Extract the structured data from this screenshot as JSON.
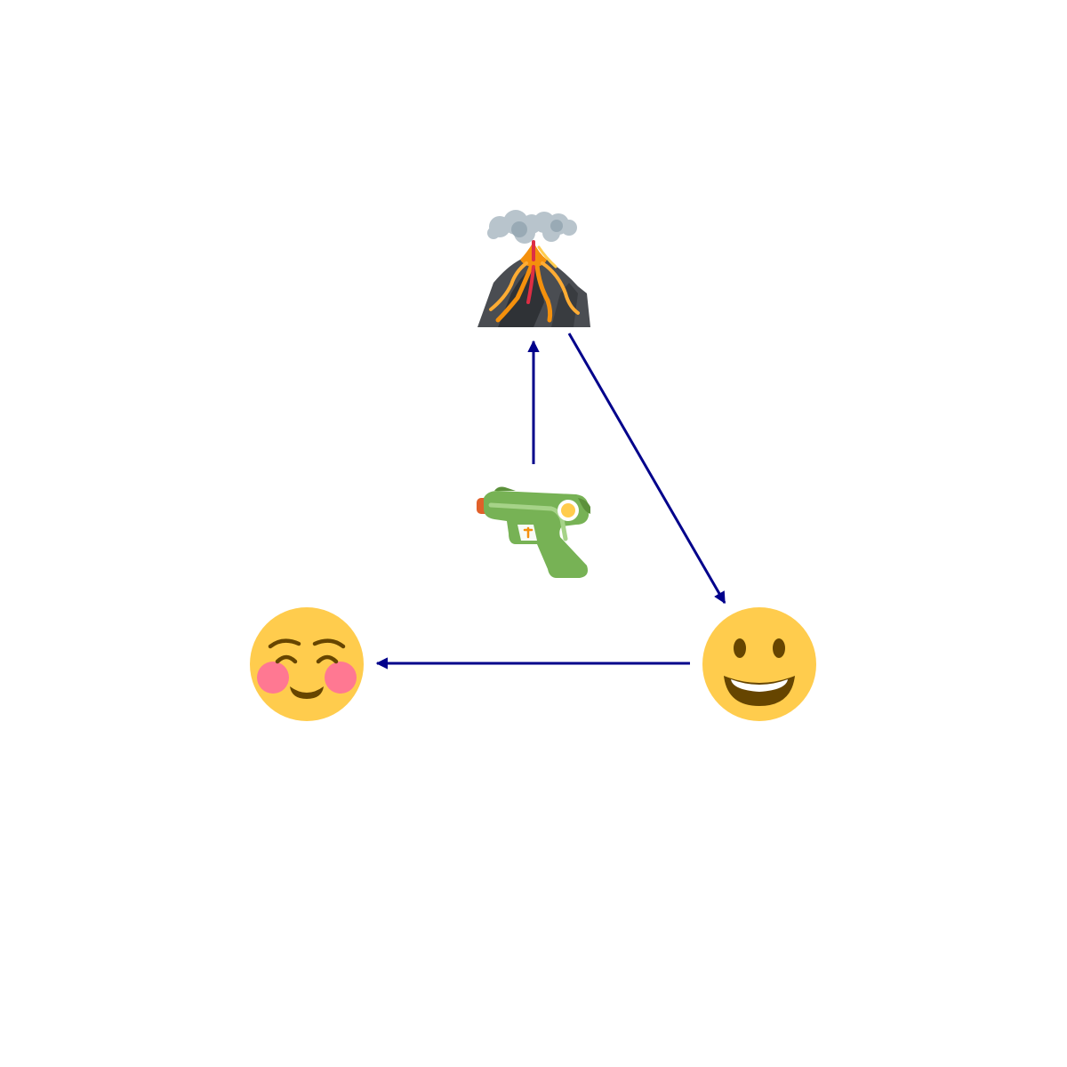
{
  "colors": {
    "background": "#ffffff",
    "arrow": "#00008b"
  },
  "nodes": [
    {
      "id": "volcano",
      "icon": "volcano-icon"
    },
    {
      "id": "water_pistol",
      "icon": "water-pistol-icon"
    },
    {
      "id": "smiling_face",
      "icon": "smiling-face-icon"
    },
    {
      "id": "grinning_face",
      "icon": "grinning-face-icon"
    }
  ],
  "edges": [
    {
      "from": "water_pistol",
      "to": "volcano"
    },
    {
      "from": "volcano",
      "to": "grinning_face"
    },
    {
      "from": "grinning_face",
      "to": "smiling_face"
    }
  ]
}
